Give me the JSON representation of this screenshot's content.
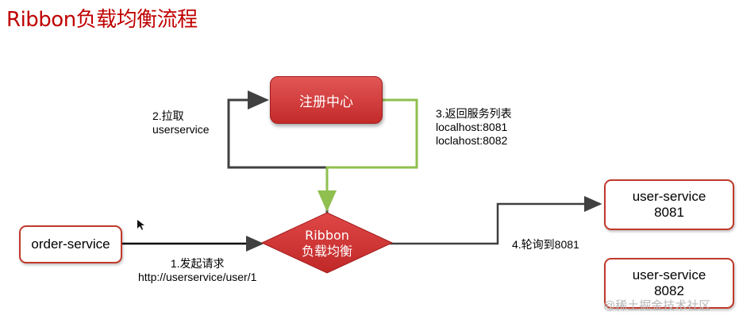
{
  "title": "Ribbon负载均衡流程",
  "nodes": {
    "registry": "注册中心",
    "ribbon_line1": "Ribbon",
    "ribbon_line2": "负载均衡",
    "order_service": "order-service",
    "user_service_1": {
      "name": "user-service",
      "port": "8081"
    },
    "user_service_2": {
      "name": "user-service",
      "port": "8082"
    }
  },
  "labels": {
    "step1_line1": "1.发起请求",
    "step1_line2": "http://userservice/user/1",
    "step2_line1": "2.拉取",
    "step2_line2": "userservice",
    "step3_line1": "3.返回服务列表",
    "step3_line2": "localhost:8081",
    "step3_line3": "loclahost:8082",
    "step4": "4.轮询到8081"
  },
  "watermark": "@稀土掘金技术社区",
  "colors": {
    "title": "#c00000",
    "registry_fill": "#d03c3c",
    "ribbon_fill": "#cf3434",
    "border": "#c0392b",
    "return_line": "#8fbf4f",
    "arrow_line": "#404040"
  }
}
